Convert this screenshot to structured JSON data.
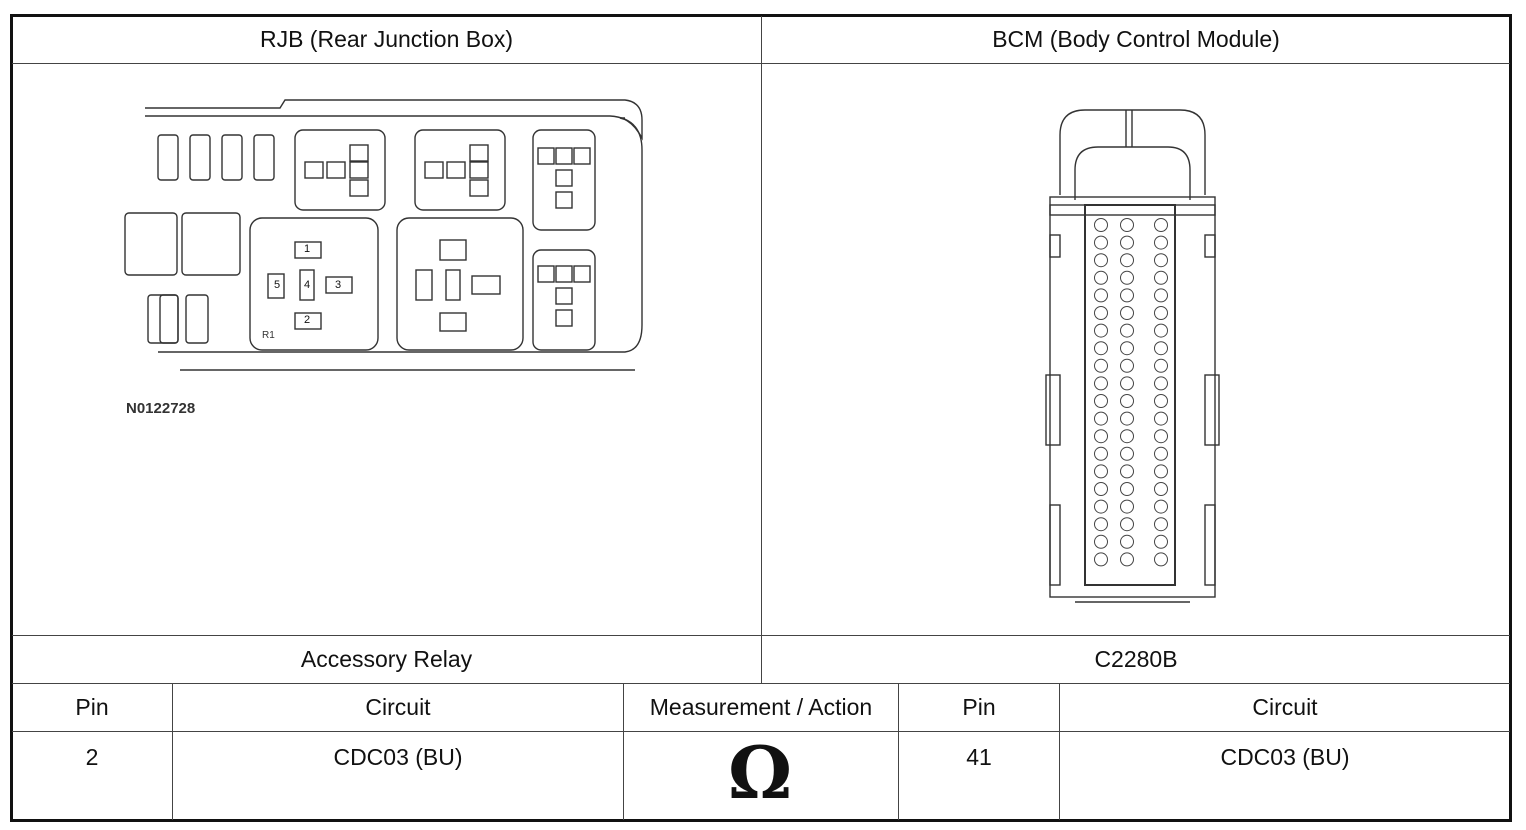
{
  "header": {
    "left_title": "RJB (Rear Junction Box)",
    "right_title": "BCM (Body Control Module)"
  },
  "left_diagram": {
    "code": "N0122728",
    "relay_label": "R1",
    "relay_pins": [
      "1",
      "2",
      "3",
      "4",
      "5"
    ]
  },
  "right_diagram": {
    "connector": "C2280B"
  },
  "subheader": {
    "left": "Accessory Relay",
    "right": "C2280B"
  },
  "table": {
    "columns": [
      "Pin",
      "Circuit",
      "Measurement / Action",
      "Pin",
      "Circuit"
    ],
    "rows": [
      {
        "pin_a": "2",
        "circuit_a": "CDC03 (BU)",
        "action_icon": "ohm-icon",
        "pin_b": "41",
        "circuit_b": "CDC03 (BU)"
      }
    ],
    "action_symbol": "Ω"
  }
}
